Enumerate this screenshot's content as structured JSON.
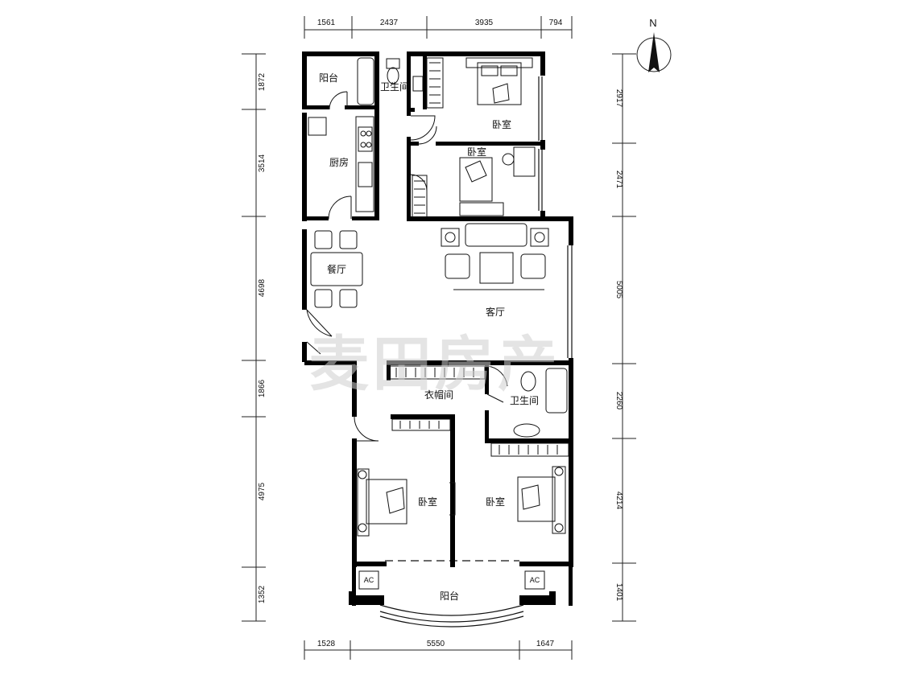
{
  "rooms": {
    "balcony_top": "阳台",
    "bath_top": "卫生间",
    "bedroom_top1": "卧室",
    "bedroom_top2": "卧室",
    "kitchen": "厨房",
    "dining": "餐厅",
    "living": "客厅",
    "closet": "衣帽间",
    "bath_mid": "卫生间",
    "bedroom_bl": "卧室",
    "bedroom_br": "卧室",
    "balcony_bottom": "阳台"
  },
  "ac_labels": [
    "AC",
    "AC"
  ],
  "compass": {
    "north": "N"
  },
  "watermark": "麦田房产",
  "dims": {
    "top": [
      "1561",
      "2437",
      "3935",
      "794"
    ],
    "bottom": [
      "1528",
      "5550",
      "1647"
    ],
    "left": [
      "1872",
      "3514",
      "4698",
      "1866",
      "4975",
      "1352"
    ],
    "right": [
      "2917",
      "2471",
      "5005",
      "2260",
      "4214",
      "1401"
    ]
  }
}
